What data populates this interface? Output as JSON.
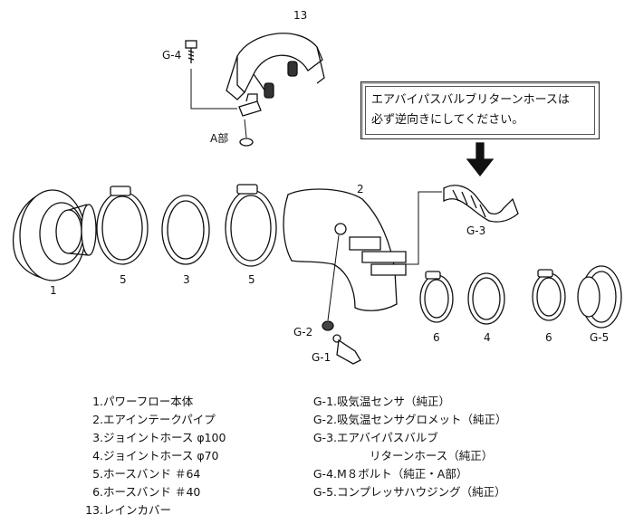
{
  "labels": {
    "p13": "13",
    "g4": "G-4",
    "a_part": "A部",
    "p2": "2",
    "p1": "1",
    "p5a": "5",
    "p3": "3",
    "p5b": "5",
    "g3": "G-3",
    "p6a": "6",
    "p4": "4",
    "p6b": "6",
    "g5": "G-5",
    "g2": "G-2",
    "g1": "G-1"
  },
  "note": {
    "line1": "エアバイパスバルブリターンホースは",
    "line2": "必ず逆向きにしてください。"
  },
  "legend_left": [
    {
      "num": "1.",
      "text": "パワーフロー本体"
    },
    {
      "num": "2.",
      "text": "エアインテークパイプ"
    },
    {
      "num": "3.",
      "text": "ジョイントホース φ100"
    },
    {
      "num": "4.",
      "text": "ジョイントホース φ70"
    },
    {
      "num": "5.",
      "text": "ホースバンド ＃64"
    },
    {
      "num": "6.",
      "text": "ホースバンド ＃40"
    },
    {
      "num": "13.",
      "text": "レインカバー"
    }
  ],
  "legend_right": [
    {
      "num": "G-1.",
      "text": "吸気温センサ（純正）"
    },
    {
      "num": "G-2.",
      "text": "吸気温センサグロメット（純正）"
    },
    {
      "num": "G-3.",
      "text": "エアバイパスバルブ"
    },
    {
      "num": "",
      "text": "リターンホース（純正）",
      "indent": true
    },
    {
      "num": "G-4.",
      "text": "M８ボルト（純正・A部）"
    },
    {
      "num": "G-5.",
      "text": "コンプレッサハウジング（純正）"
    }
  ],
  "colors": {
    "stroke": "#111111",
    "background": "#ffffff"
  }
}
